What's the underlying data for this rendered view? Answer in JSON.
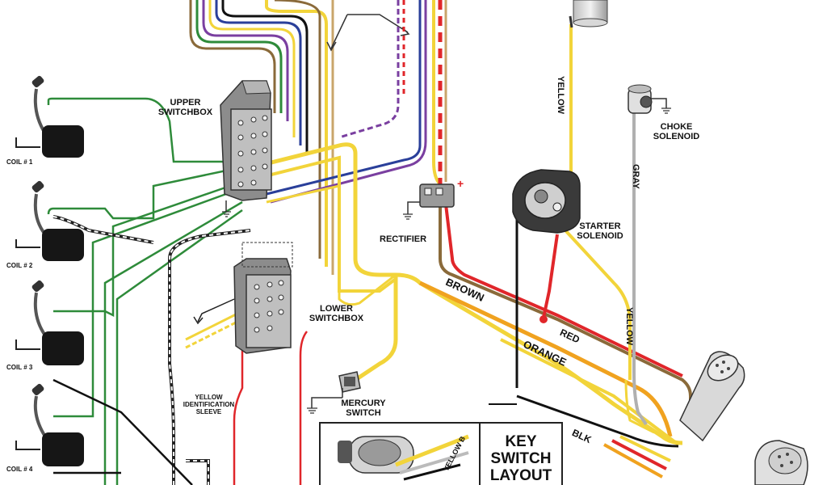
{
  "diagram": {
    "labels": {
      "upper_switchbox": [
        "UPPER",
        "SWITCHBOX"
      ],
      "lower_switchbox": [
        "LOWER",
        "SWITCHBOX"
      ],
      "rectifier": "RECTIFIER",
      "starter_solenoid": [
        "STARTER",
        "SOLENOID"
      ],
      "choke_solenoid": [
        "CHOKE",
        "SOLENOID"
      ],
      "mercury_switch": [
        "MERCURY",
        "SWITCH"
      ],
      "yellow_sleeve": [
        "YELLOW",
        "IDENTIFICATION",
        "SLEEVE"
      ],
      "coils": [
        "COIL # 1",
        "COIL # 2",
        "COIL # 3",
        "COIL # 4"
      ],
      "key_switch_layout": [
        "KEY",
        "SWITCH",
        "LAYOUT"
      ]
    },
    "wire_labels": {
      "yellow_top": "YELLOW",
      "gray": "GRAY",
      "yellow_right": "YELLOW",
      "brown": "BROWN",
      "red": "RED",
      "orange": "ORANGE",
      "blk": "BLK",
      "yellow_b": "YELLOW B"
    },
    "colors": {
      "green": "#2e8b3a",
      "yellow": "#f2d43a",
      "orange": "#f0a21f",
      "red": "#e0262a",
      "brown": "#8a6a3a",
      "purple": "#7a3fa0",
      "blue": "#2a3f9a",
      "black": "#111111",
      "gray": "#b0b0b0",
      "tan": "#c9a56a"
    }
  }
}
